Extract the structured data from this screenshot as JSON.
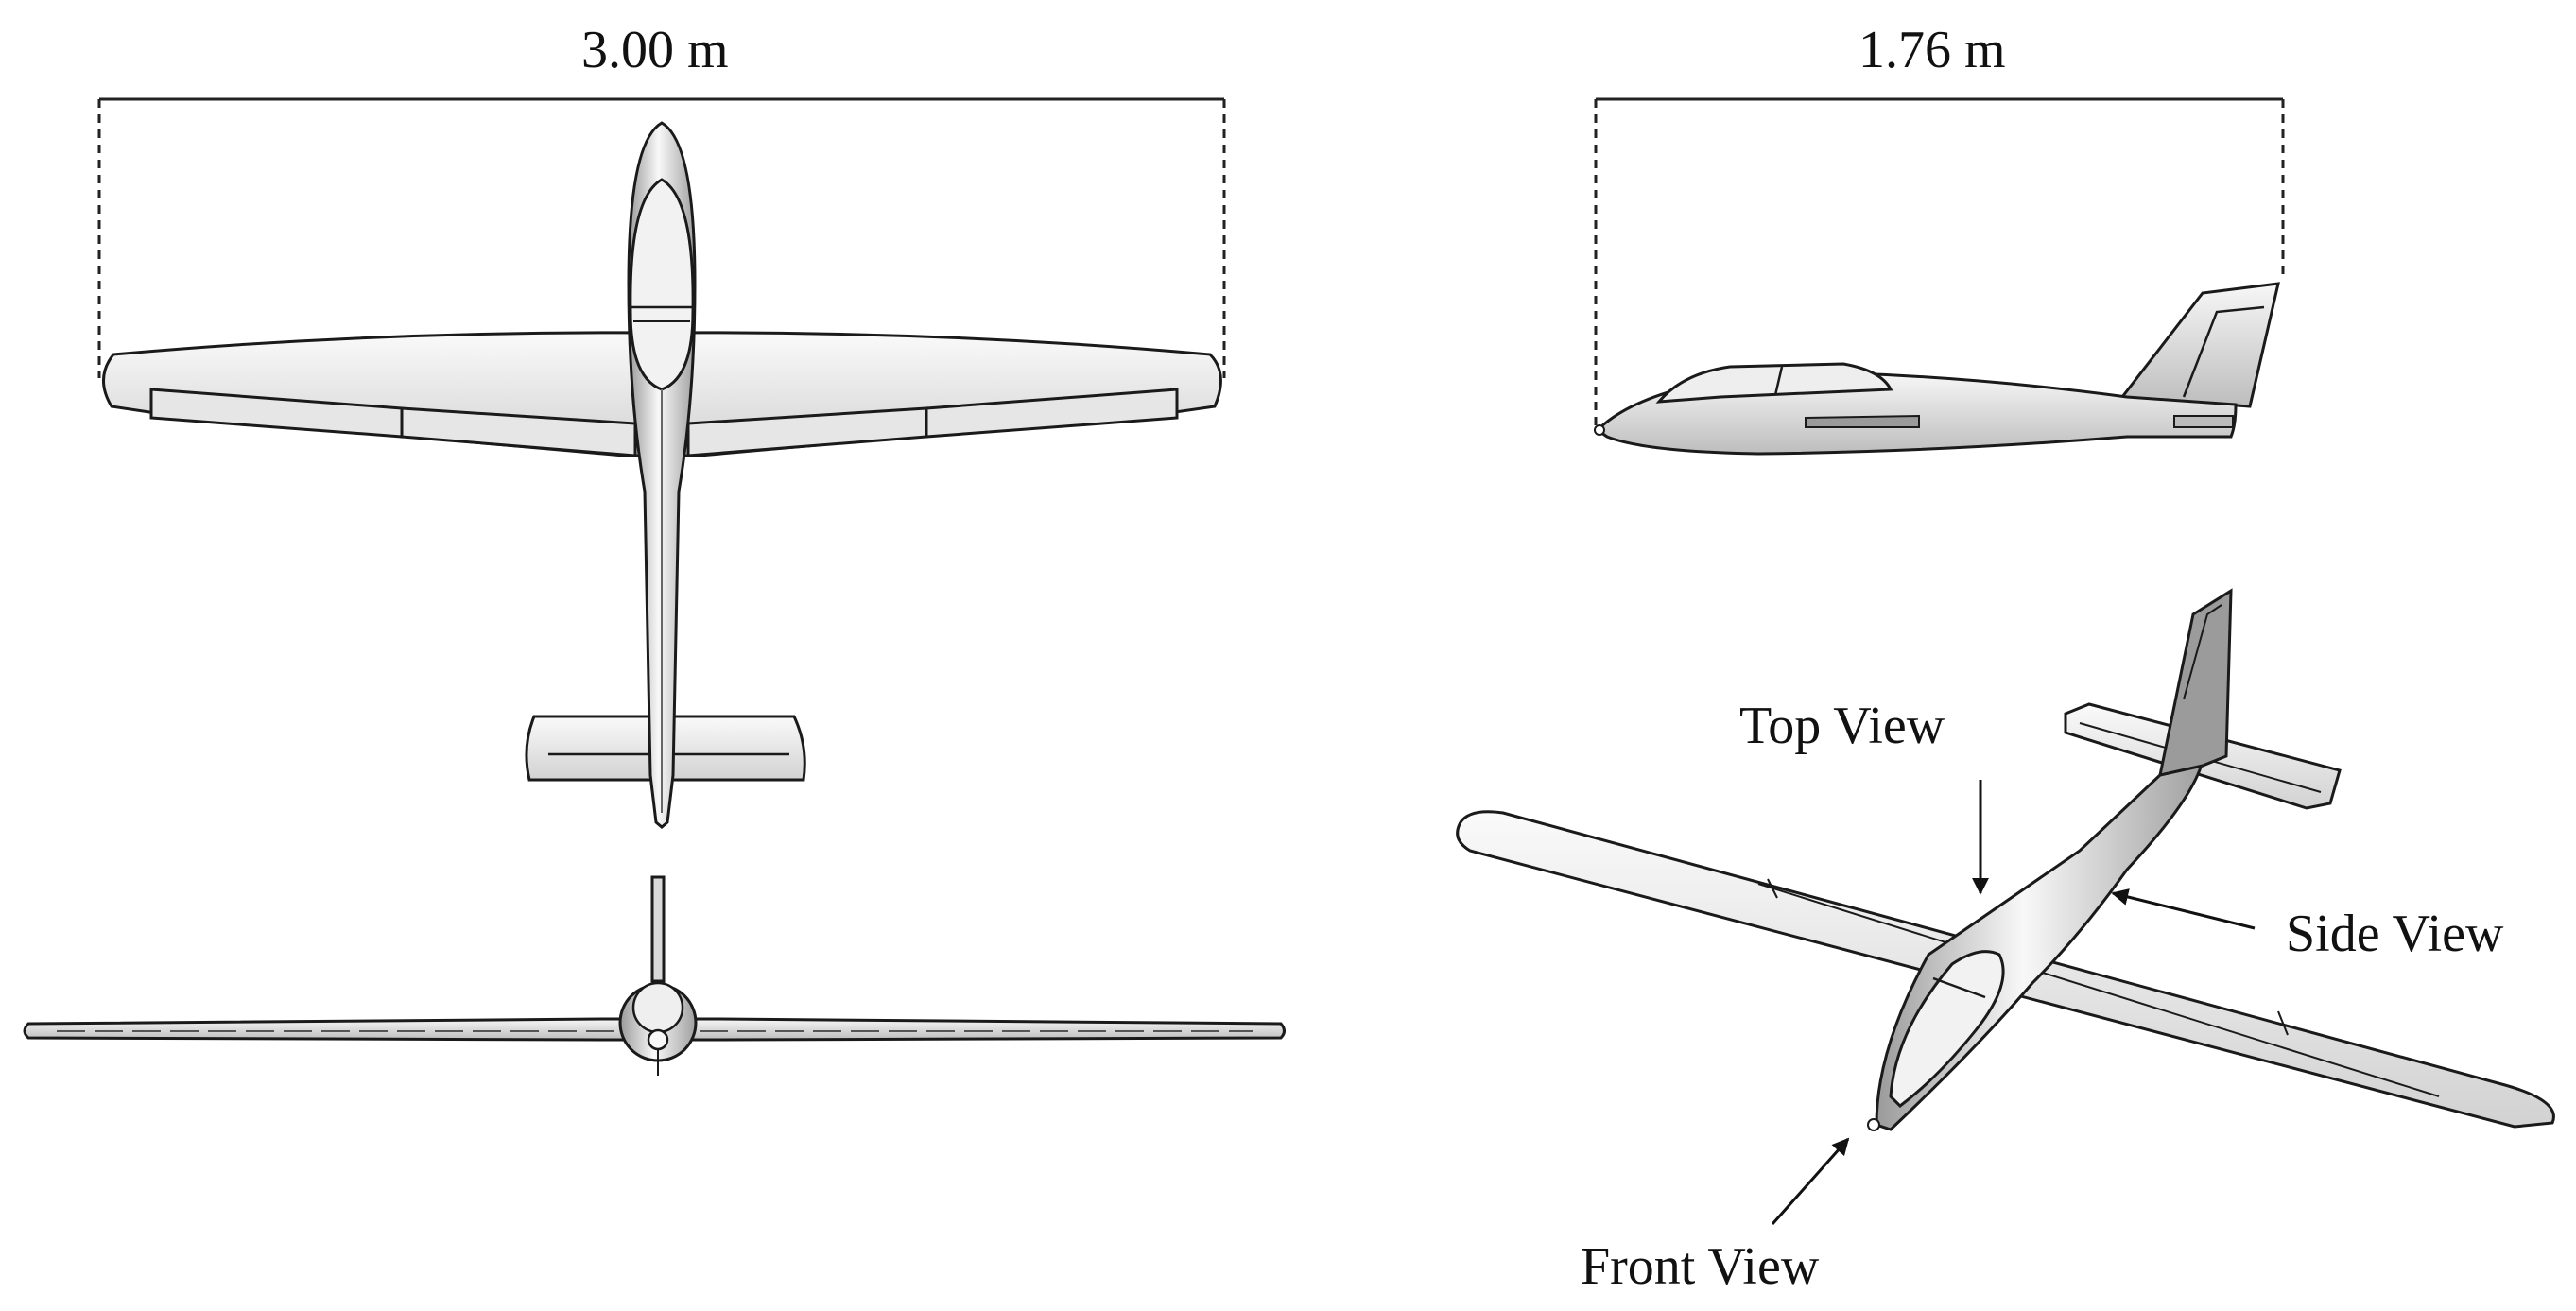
{
  "dimensions": {
    "wingspan": "3.00 m",
    "length": "1.76 m"
  },
  "callouts": {
    "top_view": "Top View",
    "side_view": "Side View",
    "front_view": "Front View"
  },
  "colors": {
    "line": "#1a1a1a",
    "fill_light": "#f4f4f4",
    "fill_mid": "#d9d9d9",
    "fill_dark": "#a8a8a8"
  }
}
